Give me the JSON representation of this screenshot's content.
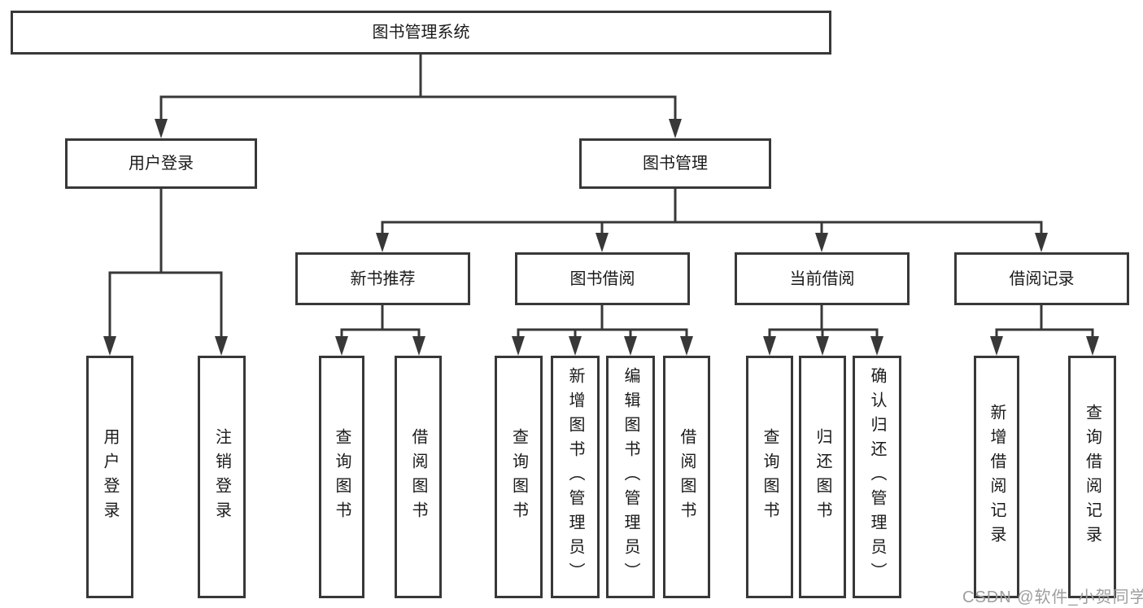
{
  "diagram": {
    "type": "tree",
    "background_color": "#ffffff",
    "line_color": "#383838",
    "box_border_color": "#383838",
    "text_color": "#1a1a1a",
    "watermark": {
      "text": "CSDN @软件_小贺同学",
      "color": "#9e9e9e"
    },
    "tree": {
      "label": "图书管理系统",
      "children": [
        {
          "label": "用户登录",
          "children": [
            {
              "label": "用户登录"
            },
            {
              "label": "注销登录"
            }
          ]
        },
        {
          "label": "图书管理",
          "children": [
            {
              "label": "新书推荐",
              "children": [
                {
                  "label": "查询图书"
                },
                {
                  "label": "借阅图书"
                }
              ]
            },
            {
              "label": "图书借阅",
              "children": [
                {
                  "label": "查询图书"
                },
                {
                  "label": "新增图书（管理员）"
                },
                {
                  "label": "编辑图书（管理员）"
                },
                {
                  "label": "借阅图书"
                }
              ]
            },
            {
              "label": "当前借阅",
              "children": [
                {
                  "label": "查询图书"
                },
                {
                  "label": "归还图书"
                },
                {
                  "label": "确认归还（管理员）"
                }
              ]
            },
            {
              "label": "借阅记录",
              "children": [
                {
                  "label": "新增借阅记录"
                },
                {
                  "label": "查询借阅记录"
                }
              ]
            }
          ]
        }
      ]
    }
  }
}
